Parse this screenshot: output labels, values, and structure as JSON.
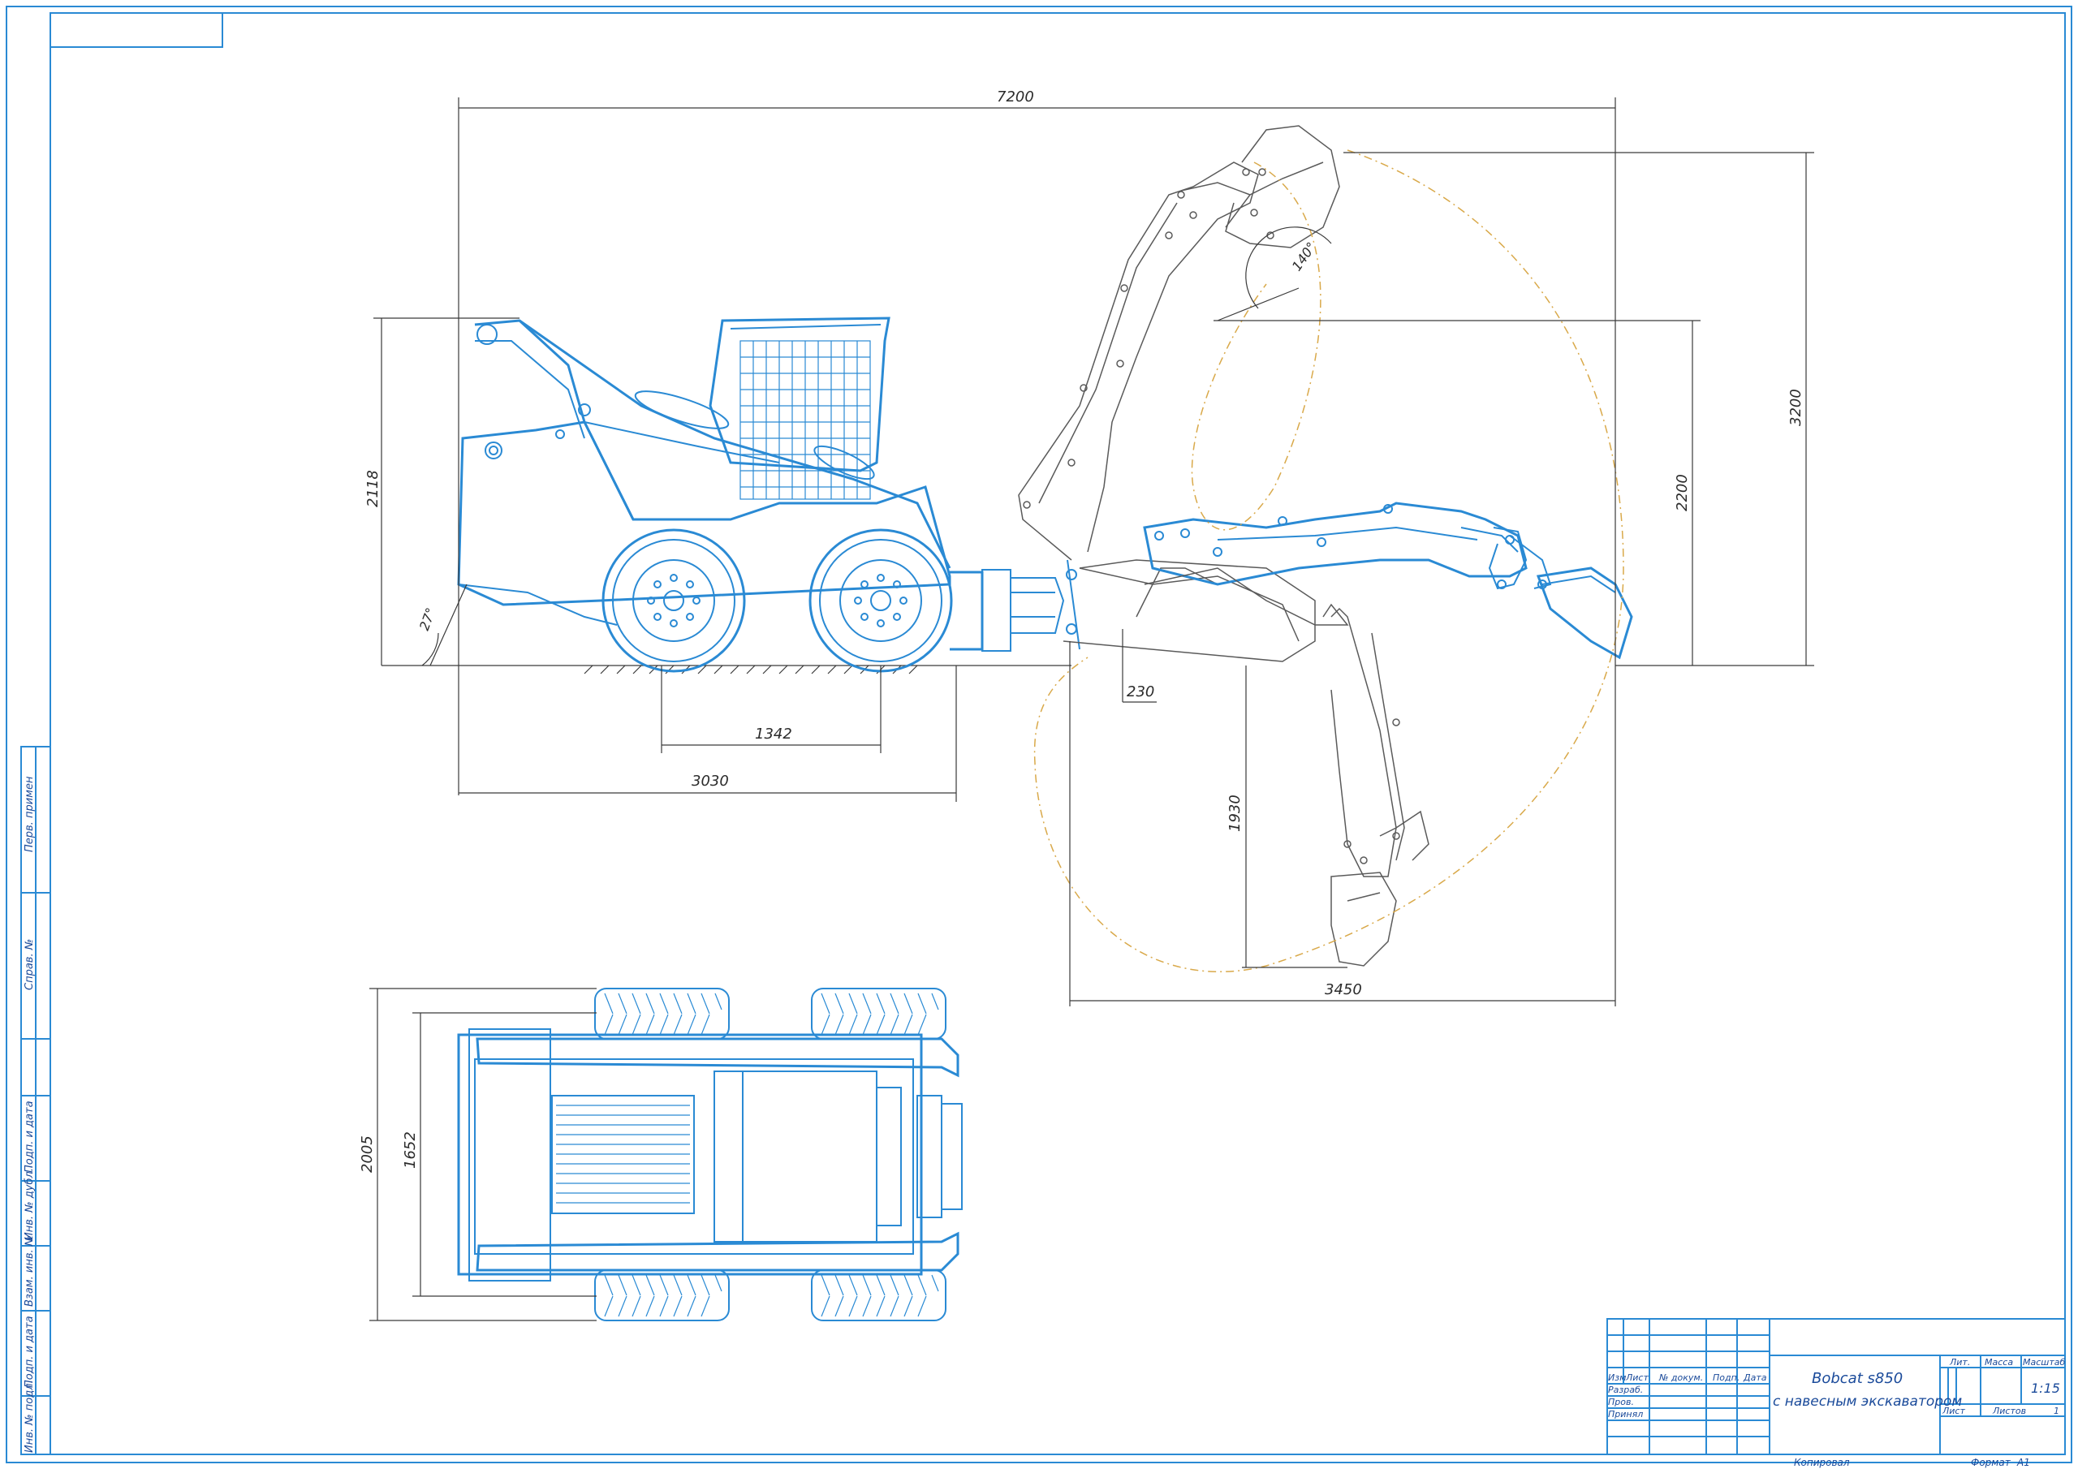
{
  "drawing": {
    "dimensions": {
      "overall_length": "7200",
      "height_machine": "2118",
      "angle": "27°",
      "wheelbase": "1342",
      "machine_length": "3030",
      "dim_230": "230",
      "dig_depth": "1930",
      "reach": "3450",
      "height_2200": "2200",
      "height_3200": "3200",
      "bucket_angle": "140°",
      "width_outer": "2005",
      "width_inner": "1652"
    }
  },
  "side_stamp": {
    "labels": [
      "Перв. примен",
      "Справ. №",
      "Подп. и дата",
      "Инв. № дубл.",
      "Взам. инв. №",
      "Подп. и дата",
      "Инв. № подл."
    ]
  },
  "title_block": {
    "title_line1": "Bobcat s850",
    "title_line2": "с навесным экскаватором",
    "col_izm": "Изм",
    "col_list": "Лист",
    "col_doc": "№ докум.",
    "col_podp": "Подп.",
    "col_data": "Дата",
    "row_razrab": "Разраб.",
    "row_prov": "Пров.",
    "row_prinyal": "Принял",
    "lit": "Лит.",
    "massa": "Масса",
    "masshtab": "Масштаб",
    "scale_value": "1:15",
    "list_label": "Лист",
    "listov_label": "Листов",
    "listov_value": "1",
    "kopiroval": "Копировал",
    "format_label": "Формат",
    "format_value": "А1"
  },
  "colors": {
    "machine_line": "#2a8ad4",
    "arm_line": "#5a5a5a",
    "reach_arc": "#d9a94a",
    "dimension": "#3a3a3a"
  }
}
